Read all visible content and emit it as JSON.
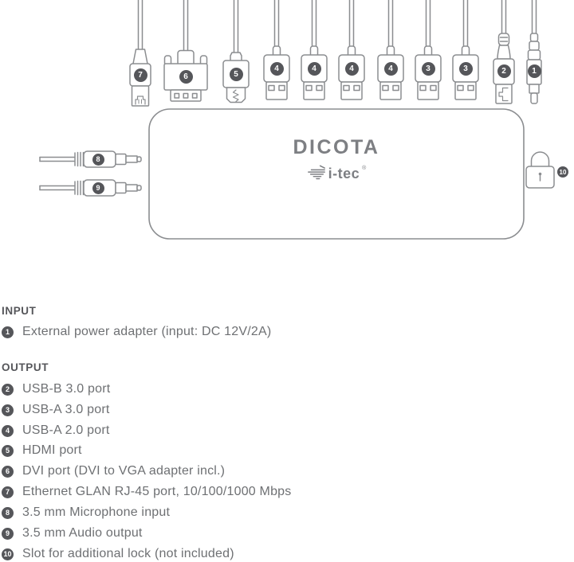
{
  "brand": {
    "dicota": "DICOTA",
    "itec": "i-tec",
    "registered": "®"
  },
  "colors": {
    "outline": "#8b8d90",
    "badge": "#55565a",
    "logo": "#7d7f83",
    "text": "#6e7073"
  },
  "diagram": {
    "badges": [
      "7",
      "6",
      "5",
      "4",
      "4",
      "4",
      "4",
      "3",
      "3",
      "2",
      "1",
      "8",
      "9",
      "10"
    ]
  },
  "legend": {
    "input": {
      "title": "INPUT",
      "items": [
        {
          "num": "1",
          "text": "External power adapter (input: DC 12V/2A)"
        }
      ]
    },
    "output": {
      "title": "OUTPUT",
      "items": [
        {
          "num": "2",
          "text": "USB-B 3.0 port"
        },
        {
          "num": "3",
          "text": "USB-A 3.0 port"
        },
        {
          "num": "4",
          "text": "USB-A 2.0 port"
        },
        {
          "num": "5",
          "text": "HDMI port"
        },
        {
          "num": "6",
          "text": "DVI port (DVI to VGA adapter incl.)"
        },
        {
          "num": "7",
          "text": "Ethernet GLAN RJ-45 port, 10/100/1000 Mbps"
        },
        {
          "num": "8",
          "text": "3.5 mm Microphone input"
        },
        {
          "num": "9",
          "text": "3.5 mm Audio output"
        },
        {
          "num": "10",
          "text": "Slot for additional lock (not included)"
        }
      ]
    }
  }
}
